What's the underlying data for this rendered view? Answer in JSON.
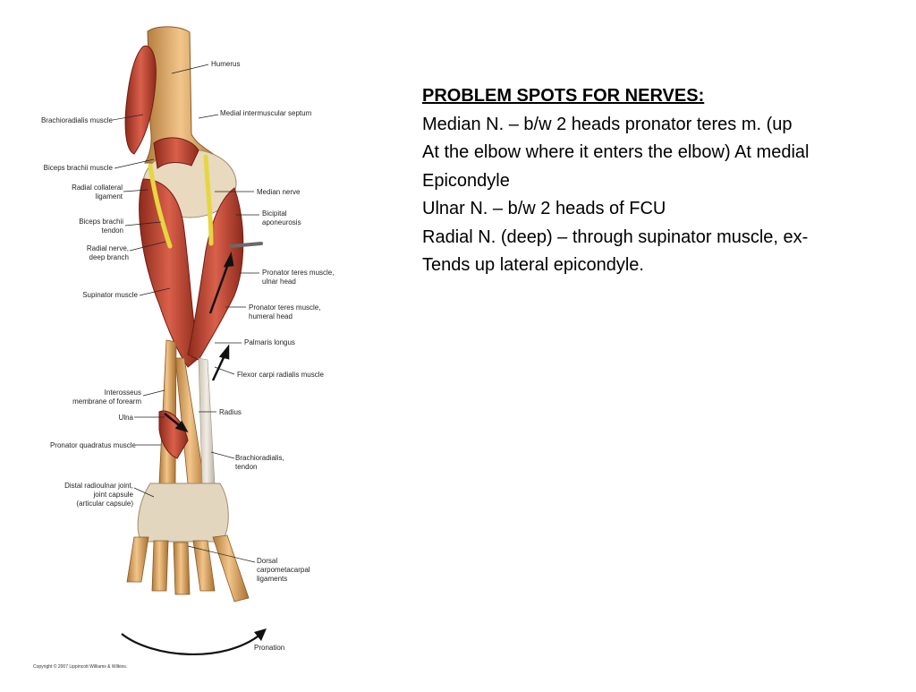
{
  "figure": {
    "labels_left": [
      {
        "lines": [
          "Brachioradialis muscle"
        ]
      },
      {
        "lines": [
          "Biceps brachii muscle"
        ]
      },
      {
        "lines": [
          "Radial collateral",
          "ligament"
        ]
      },
      {
        "lines": [
          "Biceps brachii",
          "tendon"
        ]
      },
      {
        "lines": [
          "Radial nerve,",
          "deep branch"
        ]
      },
      {
        "lines": [
          "Supinator muscle"
        ]
      },
      {
        "lines": [
          "Interosseus",
          "membrane of forearm"
        ]
      },
      {
        "lines": [
          "Ulna"
        ]
      },
      {
        "lines": [
          "Pronator quadratus muscle"
        ]
      },
      {
        "lines": [
          "Distal radioulnar joint,",
          "joint capsule",
          "(articular capsule)"
        ]
      }
    ],
    "labels_right": [
      {
        "lines": [
          "Humerus"
        ]
      },
      {
        "lines": [
          "Medial intermuscular septum"
        ]
      },
      {
        "lines": [
          "Median nerve"
        ]
      },
      {
        "lines": [
          "Bicipital",
          "aponeurosis"
        ]
      },
      {
        "lines": [
          "Pronator teres muscle,",
          "ulnar head"
        ]
      },
      {
        "lines": [
          "Pronator teres muscle,",
          "humeral head"
        ]
      },
      {
        "lines": [
          "Palmaris longus"
        ]
      },
      {
        "lines": [
          "Flexor carpi radialis muscle"
        ]
      },
      {
        "lines": [
          "Radius"
        ]
      },
      {
        "lines": [
          "Brachioradialis,",
          "tendon"
        ]
      },
      {
        "lines": [
          "Dorsal",
          "carpometacarpal",
          "ligaments"
        ]
      }
    ],
    "pronation_label": "Pronation",
    "copyright": "Copyright © 2007 Lippincott Williams & Wilkins."
  },
  "notes": {
    "heading": "PROBLEM SPOTS FOR NERVES:",
    "lines": [
      "Median N. – b/w 2 heads pronator teres m. (up",
      "At the elbow where it enters the elbow) At medial",
      "Epicondyle",
      "Ulnar N. – b/w 2 heads of FCU",
      "Radial N. (deep) – through supinator muscle, ex-",
      "Tends up lateral epicondyle."
    ]
  }
}
